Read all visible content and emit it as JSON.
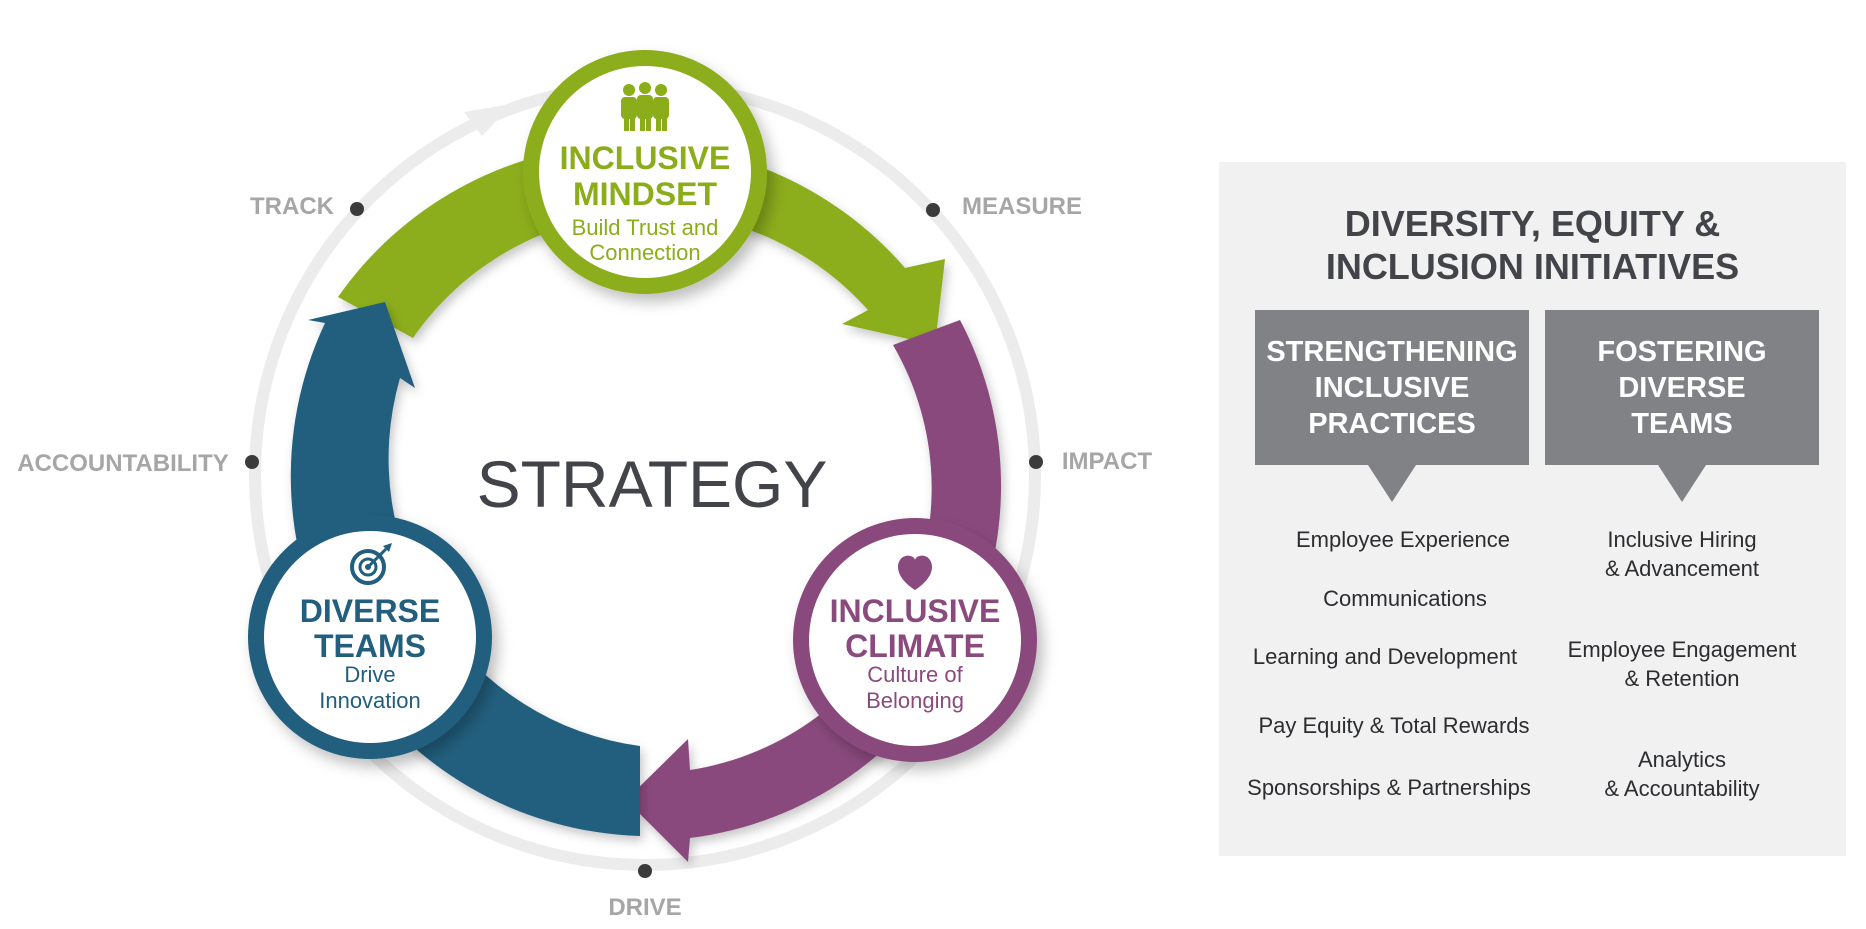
{
  "cycle": {
    "center_label": "STRATEGY",
    "nodes": [
      {
        "id": "mindset",
        "title_line1": "INCLUSIVE",
        "title_line2": "MINDSET",
        "subtitle_line1": "Build Trust and",
        "subtitle_line2": "Connection",
        "icon": "people-icon",
        "color": "#8cad1a"
      },
      {
        "id": "climate",
        "title_line1": "INCLUSIVE",
        "title_line2": "CLIMATE",
        "subtitle_line1": "Culture of",
        "subtitle_line2": "Belonging",
        "icon": "heart-icon",
        "color": "#8a4a7d"
      },
      {
        "id": "teams",
        "title_line1": "DIVERSE",
        "title_line2": "TEAMS",
        "subtitle_line1": "Drive",
        "subtitle_line2": "Innovation",
        "icon": "target-icon",
        "color": "#225e7e"
      }
    ],
    "outer_labels": {
      "track": "TRACK",
      "measure": "MEASURE",
      "accountability": "ACCOUNTABILITY",
      "impact": "IMPACT",
      "drive": "DRIVE"
    }
  },
  "panel": {
    "title_line1": "DIVERSITY, EQUITY &",
    "title_line2": "INCLUSION INITIATIVES",
    "columns": [
      {
        "header": [
          "STRENGTHENING",
          "INCLUSIVE",
          "PRACTICES"
        ],
        "items": [
          "Employee Experience",
          "Communications",
          "Learning and Development",
          "Pay Equity & Total Rewards",
          "Sponsorships & Partnerships"
        ]
      },
      {
        "header": [
          "FOSTERING",
          "DIVERSE",
          "TEAMS"
        ],
        "items": [
          [
            "Inclusive Hiring",
            "& Advancement"
          ],
          [
            "Employee Engagement",
            "& Retention"
          ],
          [
            "Analytics",
            "& Accountability"
          ]
        ]
      }
    ]
  },
  "colors": {
    "green": "#8cad1a",
    "purple": "#8a4a7d",
    "blue": "#225e7e",
    "outer_ring": "#ececec",
    "outer_label": "#a6a6a6",
    "panel_bg": "#f1f1f1",
    "header_bg": "#808285",
    "dark_text": "#424449"
  }
}
